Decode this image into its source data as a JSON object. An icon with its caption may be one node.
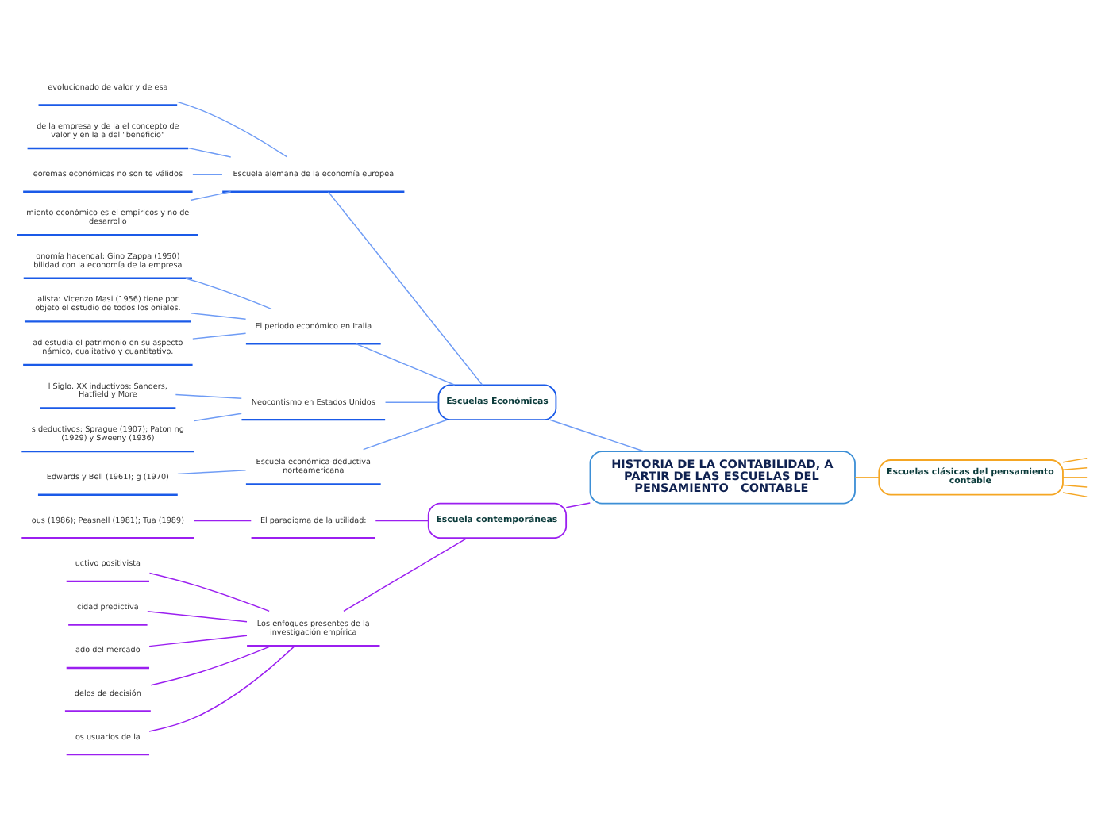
{
  "diagram": {
    "nodes": [
      {
        "text": [
          "HISTORIA DE LA CONTABILIDAD, A PARTIR DE LAS ESCUELAS DEL PENSAMIENTO   CONTABLE"
        ]
      },
      {
        "text": [
          "Escuelas Económicas"
        ]
      },
      {
        "text": [
          "Escuela alemana de la economía europea"
        ]
      },
      {
        "text": [
          "evolucionado de valor y de esa"
        ]
      },
      {
        "text": [
          "de la empresa y de la el concepto de valor y en la a del \"beneficio\""
        ]
      },
      {
        "text": [
          "eoremas económicas no son te válidos"
        ]
      },
      {
        "text": [
          "miento económico es el empíricos y no de desarrollo"
        ]
      },
      {
        "text": [
          "El periodo económico en Italia"
        ]
      },
      {
        "text": [
          "onomía hacendal: Gino Zappa (1950) bilidad con la economía de la empresa"
        ]
      },
      {
        "text": [
          "alista: Vicenzo Masi (1956) tiene por objeto el estudio de todos los oniales."
        ]
      },
      {
        "text": [
          "ad estudia el patrimonio en su aspecto námico, cualitativo y cuantitativo."
        ]
      },
      {
        "text": [
          "Neocontismo en Estados Unidos"
        ]
      },
      {
        "text": [
          "l Siglo. XX inductivos: Sanders, Hatfield y More"
        ]
      },
      {
        "text": [
          "s deductivos: Sprague (1907); Paton ng (1929) y Sweeny (1936)"
        ]
      },
      {
        "text": [
          "Escuela económica-deductiva norteamericana"
        ]
      },
      {
        "text": [
          "Edwards y Bell (1961); g (1970)"
        ]
      },
      {
        "text": [
          "Escuela contemporáneas"
        ]
      },
      {
        "text": [
          "El paradigma de la utilidad:"
        ]
      },
      {
        "text": [
          "ous (1986); Peasnell (1981); Tua (1989)"
        ]
      },
      {
        "text": [
          "Los enfoques presentes de la investigación empírica"
        ]
      },
      {
        "text": [
          "uctivo positivista"
        ]
      },
      {
        "text": [
          "cidad predictiva"
        ]
      },
      {
        "text": [
          "ado del mercado"
        ]
      },
      {
        "text": [
          "delos de decisión"
        ]
      },
      {
        "text": [
          "os usuarios de la"
        ]
      },
      {
        "text": [
          "Escuelas clásicas del pensamiento contable"
        ]
      }
    ],
    "edges": [
      {
        "from": 0,
        "to": 1,
        "arrow": "none"
      },
      {
        "from": 1,
        "to": 2,
        "arrow": "none"
      },
      {
        "from": 2,
        "to": 3,
        "arrow": "none"
      },
      {
        "from": 2,
        "to": 4,
        "arrow": "none"
      },
      {
        "from": 2,
        "to": 5,
        "arrow": "none"
      },
      {
        "from": 2,
        "to": 6,
        "arrow": "none"
      },
      {
        "from": 1,
        "to": 7,
        "arrow": "none"
      },
      {
        "from": 7,
        "to": 8,
        "arrow": "none"
      },
      {
        "from": 7,
        "to": 9,
        "arrow": "none"
      },
      {
        "from": 7,
        "to": 10,
        "arrow": "none"
      },
      {
        "from": 1,
        "to": 11,
        "arrow": "none"
      },
      {
        "from": 11,
        "to": 12,
        "arrow": "none"
      },
      {
        "from": 11,
        "to": 13,
        "arrow": "none"
      },
      {
        "from": 1,
        "to": 14,
        "arrow": "none"
      },
      {
        "from": 14,
        "to": 15,
        "arrow": "none"
      },
      {
        "from": 0,
        "to": 16,
        "arrow": "none",
        "color": "#9b1ff0"
      },
      {
        "from": 16,
        "to": 17,
        "arrow": "none",
        "color": "#9b1ff0"
      },
      {
        "from": 17,
        "to": 18,
        "arrow": "none",
        "color": "#9b1ff0"
      },
      {
        "from": 16,
        "to": 19,
        "arrow": "none",
        "color": "#9b1ff0"
      },
      {
        "from": 19,
        "to": 20,
        "arrow": "none",
        "color": "#9b1ff0"
      },
      {
        "from": 19,
        "to": 21,
        "arrow": "none",
        "color": "#9b1ff0"
      },
      {
        "from": 19,
        "to": 22,
        "arrow": "none",
        "color": "#9b1ff0"
      },
      {
        "from": 19,
        "to": 23,
        "arrow": "none",
        "color": "#9b1ff0"
      },
      {
        "from": 19,
        "to": 24,
        "arrow": "none",
        "color": "#9b1ff0"
      },
      {
        "from": 0,
        "to": 25,
        "arrow": "none",
        "color": "#f5a623"
      },
      {
        "from": 25,
        "to": null,
        "arrow": "none",
        "color": "#f5a623"
      },
      {
        "from": 25,
        "to": null,
        "arrow": "none",
        "color": "#f5a623"
      },
      {
        "from": 25,
        "to": null,
        "arrow": "none",
        "color": "#f5a623"
      },
      {
        "from": 25,
        "to": null,
        "arrow": "none",
        "color": "#f5a623"
      },
      {
        "from": 25,
        "to": null,
        "arrow": "none",
        "color": "#f5a623"
      }
    ]
  }
}
